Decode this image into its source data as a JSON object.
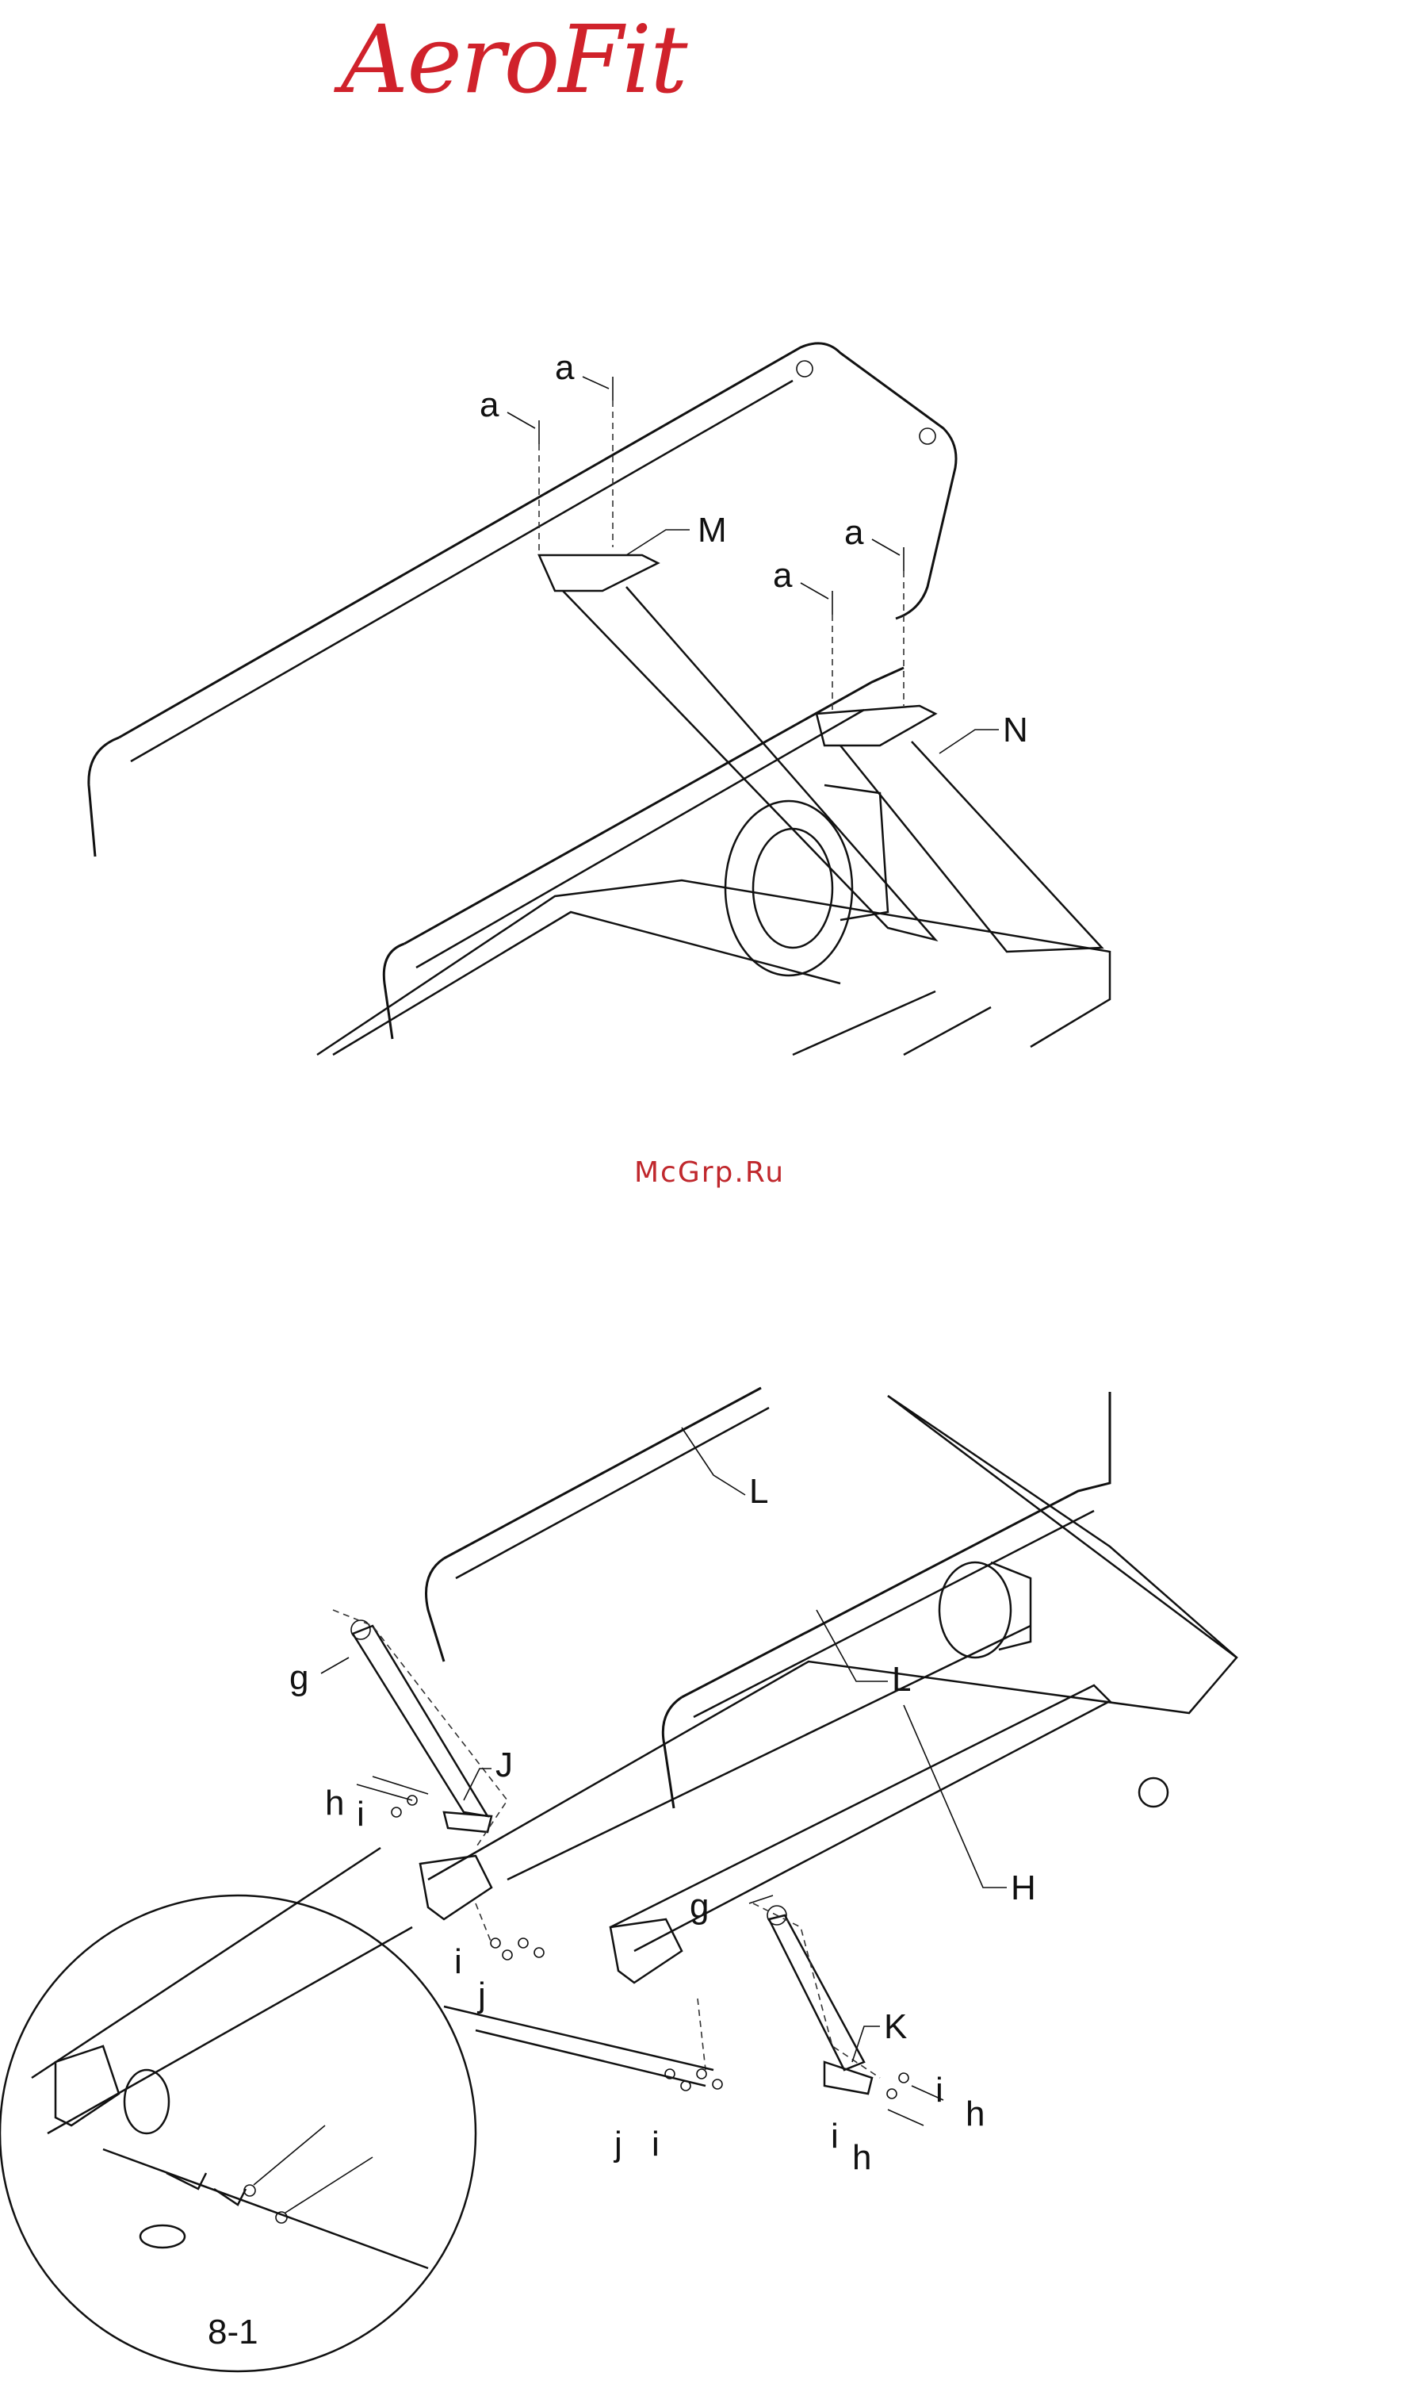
{
  "brand": {
    "logo_text": "AeroFit",
    "brand_color": "#d0222b"
  },
  "watermark": {
    "text": "McGrp.Ru",
    "color": "#c0282d"
  },
  "figure_top": {
    "labels": {
      "a1": "a",
      "a2": "a",
      "a3": "a",
      "a4": "a",
      "M": "M",
      "N": "N"
    }
  },
  "figure_bottom": {
    "labels": {
      "L1": "L",
      "L2": "L",
      "J": "J",
      "K": "K",
      "H": "H",
      "g1": "g",
      "g2": "g",
      "h1": "h",
      "h2": "h",
      "h3": "h",
      "i1": "i",
      "i2": "i",
      "i3": "i",
      "i4": "i",
      "i5": "i",
      "j1": "j",
      "j2": "j"
    },
    "detail_label": "8-1"
  }
}
